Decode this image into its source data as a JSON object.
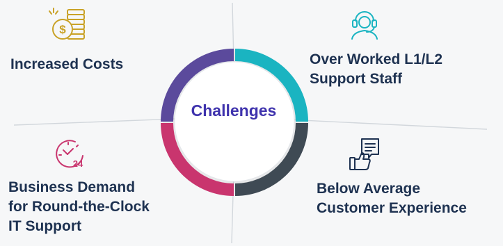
{
  "center": {
    "title": "Challenges"
  },
  "quadrants": {
    "top_left": {
      "icon": "money-stack-icon",
      "lines": [
        "Increased Costs"
      ]
    },
    "top_right": {
      "icon": "headset-support-icon",
      "lines": [
        "Over Worked L1/L2",
        "Support Staff"
      ]
    },
    "bottom_left": {
      "icon": "clock-24-icon",
      "lines": [
        "Business Demand",
        "for Round-the-Clock",
        "IT Support"
      ]
    },
    "bottom_right": {
      "icon": "feedback-thumbs-icon",
      "lines": [
        "Below Average",
        "Customer Experience"
      ]
    }
  },
  "colors": {
    "background": "#f6f7f8",
    "text": "#1e3251",
    "title": "#3f33ad",
    "ring_top_left": "#5b4a9c",
    "ring_top_right": "#1ab4c1",
    "ring_bottom_right": "#3f4a54",
    "ring_bottom_left": "#c9356e",
    "icon_gold": "#c9a227",
    "icon_teal": "#1ab4c1",
    "icon_magenta": "#c9356e",
    "icon_dark": "#1e3251"
  }
}
